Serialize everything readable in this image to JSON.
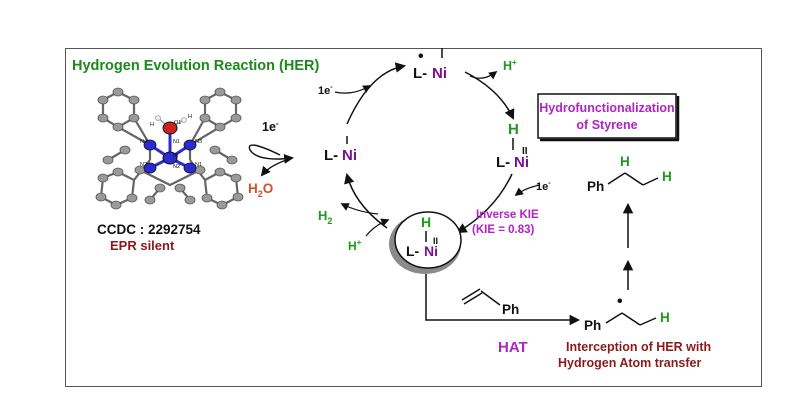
{
  "title": "Hydrogen Evolution Reaction (HER)",
  "crystal": {
    "atom_labels": [
      "O1",
      "H",
      "H",
      "N4",
      "N1",
      "N3",
      "Ni",
      "N2",
      "N2",
      "N1"
    ],
    "ccdc": "CCDC : 2292754",
    "epr": "EPR silent"
  },
  "cycle": {
    "top_species": {
      "L": "L-",
      "metal": "Ni",
      "radical_dot": "•",
      "bar": "I"
    },
    "right_species": {
      "H": "H",
      "L": "L-",
      "metal": "Ni",
      "ox": "II"
    },
    "left_species": {
      "L": "L-",
      "metal": "Ni",
      "ox": "I"
    },
    "bottom_species": {
      "H": "H",
      "L": "L-",
      "metal": "Ni",
      "ox": "II"
    },
    "e_label_top": "1e",
    "e_label_left": "1e",
    "e_label_right": "1e",
    "e_sup": "-",
    "proton_top": "H",
    "proton_bottom": "H",
    "proton_sup": "+",
    "h2": {
      "base": "H",
      "sub": "2"
    },
    "water": {
      "base": "H",
      "sub": "2",
      "tail": "O"
    }
  },
  "kie": {
    "line1": "Inverse KIE",
    "line2": "(KIE = 0.83)"
  },
  "hydrofunc": {
    "line1": "Hydrofunctionalization",
    "line2": "of Styrene"
  },
  "styrene": {
    "ph": "Ph"
  },
  "radical": {
    "ph": "Ph",
    "h": "H",
    "dot": "•"
  },
  "product": {
    "ph": "Ph",
    "h1": "H",
    "h2": "H"
  },
  "hat": "HAT",
  "interception": {
    "line1": "Interception of HER with",
    "line2": "Hydrogen Atom transfer"
  },
  "colors": {
    "green_title": "#1a8a1a",
    "green_h": "#1b9a1b",
    "purple": "#7a1290",
    "magenta": "#b023c4",
    "dark_red": "#8b1a1a",
    "orange": "#d4502a",
    "atom_blue": "#2b2bd4",
    "atom_red": "#cc2222",
    "atom_grey": "#9a9a9a"
  }
}
